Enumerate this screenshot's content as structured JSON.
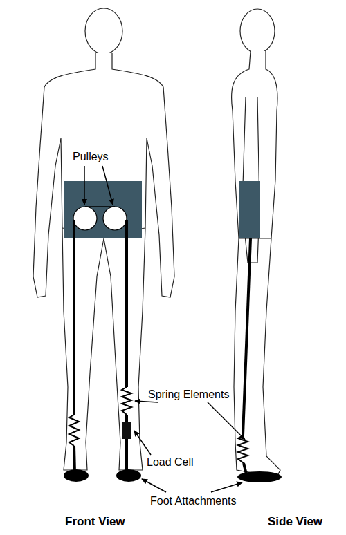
{
  "diagram": {
    "labels": [
      "Pulleys",
      "Spring Elements",
      "Load Cell",
      "Foot Attachments",
      "Front View",
      "Side View"
    ]
  }
}
